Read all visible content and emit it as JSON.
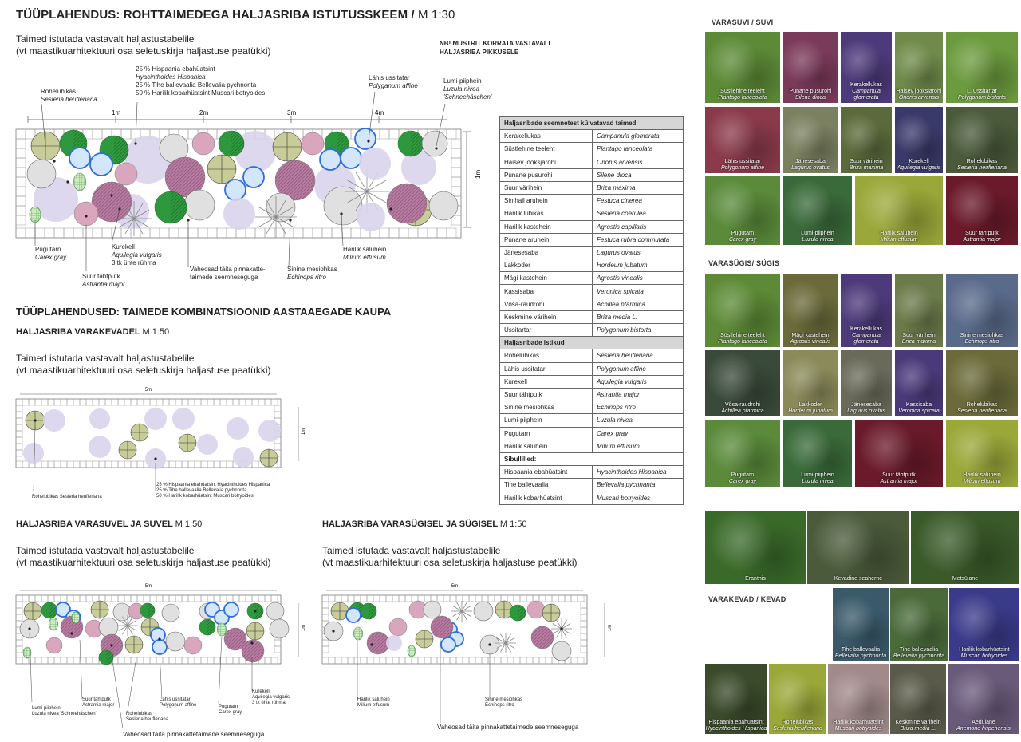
{
  "main_plan": {
    "title": "TÜÜPLAHENDUS: ROHTTAIMEDEGA HALJASRIBA ISTUTUSSKEEM /",
    "scale": "M 1:30",
    "subtitle_line1": "Taimed istutada vastavalt haljastustabelile",
    "subtitle_line2": "(vt maastikuarhitektuuri osa seletuskirja haljastuse peatükki)",
    "note_line1": "NB! MUSTRIT KORRATA VASTAVALT",
    "note_line2": "HALJASRIBA PIKKUSELE",
    "ruler": [
      "1m",
      "2m",
      "3m",
      "4m"
    ],
    "width_label": "1m",
    "labels": {
      "rohelubikas_et": "Rohelubikas",
      "rohelubikas_lat": "Sesleria heufleriana",
      "bulbs_1": "25 % Hispaania ebahüatsint",
      "bulbs_2": "Hyacinthoides  Hispanica",
      "bulbs_3": "25 % Tihe ballevaalia Bellevalia pychnonta",
      "bulbs_4": "50 % Harilik kobarhüatsint Muscari botryoides",
      "lahis_et": "Lähis ussitatar",
      "lahis_lat": "Polyganum affine",
      "lumi_et": "Lumi-piiphein",
      "lumi_lat": "Luzula nivea",
      "lumi_cult": "'Schneehäschen'",
      "pugutarn_et": "Pugutarn",
      "pugutarn_lat": "Carex gray",
      "kurekell_et": "Kurekell",
      "kurekell_lat": "Aquilegia vulgaris",
      "kurekell_note": "3 tk ühte rühma",
      "suur_et": "Suur tähtputk",
      "suur_lat": "Astrantia major",
      "vahe_1": "Vaheosad täita pinnakatte-",
      "vahe_2": "taimede seemneseguga",
      "sinine_et": "Sinine mesiohkas",
      "sinine_lat": "Echinops ritro",
      "harilik_et": "Harilik saluhein",
      "harilik_lat": "Milium effusum"
    }
  },
  "combos": {
    "title": "TÜÜPLAHENDUSED: TAIMEDE KOMBINATSIOONID AASTAAEGADE KAUPA",
    "spring": {
      "title": "HALJASRIBA VARAKEVADEL",
      "scale": "M 1:50",
      "subtitle_line1": "Taimed istutada vastavalt haljastustabelile",
      "subtitle_line2": "(vt maastikuarhitektuuri osa seletuskirja haljastuse peatükki)",
      "length": "5m",
      "width": "1m",
      "label_rohelubikas": "Rohelubikas Sesleria heufleriana",
      "label_b1": "25 % Hispaania ebahüatsint Hyacinthoides  Hispanica",
      "label_b2": "25 % Tihe ballevaalia Bellevalia pychnonta",
      "label_b3": "50 % Harilik kobarhüatsint Muscari botryoides"
    },
    "summer": {
      "title": "HALJASRIBA VARASUVEL JA SUVEL",
      "scale": "M 1:50",
      "subtitle_line1": "Taimed istutada vastavalt haljastustabelile",
      "subtitle_line2": "(vt maastikuarhitektuuri osa seletuskirja haljastuse peatükki)",
      "length": "5m",
      "width": "1m",
      "labels": [
        [
          "Lumi-piiphein",
          "Luzula nivea 'Schneehäschen'"
        ],
        [
          "Suur tähtputk",
          "Astrantia major"
        ],
        [
          "Rohelubikas",
          "Sesleria heufleriana"
        ],
        [
          "Lähis ussitatar",
          "Polygonum affine"
        ],
        [
          "Pugutarn",
          "Carex gray"
        ],
        [
          "Kurekell",
          "Aquilegia vulgaris"
        ]
      ],
      "kurekell_note": "3 tk ühte rühma",
      "vahe": "Vaheosad täita pinnakattetaimede seemneseguga"
    },
    "autumn": {
      "title": "HALJASRIBA VARASÜGISEL JA SÜGISEL",
      "scale": "M 1:50",
      "subtitle_line1": "Taimed istutada vastavalt haljastustabelile",
      "subtitle_line2": "(vt maastikuarhitektuuri osa seletuskirja haljastuse peatükki)",
      "length": "5m",
      "width": "1m",
      "label_harilik_et": "Harilik saluhein",
      "label_harilik_lat": "Milium effusum",
      "label_sinine_et": "Sinine mesiohkas",
      "label_sinine_lat": "Echinops ritro",
      "vahe": "Vaheosad täita pinnakattetaimede seemneseguga"
    }
  },
  "plant_table": {
    "section1": "Haljasribade seemnetest külvatavad taimed",
    "rows1": [
      [
        "Kerakellukas",
        "Campanula glomerata"
      ],
      [
        "Süstlehine teeleht",
        "Plantago lanceolata"
      ],
      [
        "Haisev jooksjarohi",
        "Ononis arvensis"
      ],
      [
        "Punane pusurohi",
        "Silene dioca"
      ],
      [
        "Suur värihein",
        "Briza maxima"
      ],
      [
        "Sinihall aruhein",
        "Festuca cinerea"
      ],
      [
        "Harilik lubikas",
        "Sesleria coerulea"
      ],
      [
        "Harilik kastehein",
        "Agrostis capillaris"
      ],
      [
        "Punane aruhein",
        "Festuca rubra commutata"
      ],
      [
        "Jänesesaba",
        "Lagurus ovatus"
      ],
      [
        "Lakkoder",
        "Hordeum jubatum"
      ],
      [
        "Mägi kastehein",
        "Agrostis vinealis"
      ],
      [
        "Kassisaba",
        "Veronica spicata"
      ],
      [
        "Võsa-raudrohi",
        "Achillea ptarmica"
      ],
      [
        "Keskmine värihein",
        "Briza media L."
      ],
      [
        "Ussitartar",
        "Polygonum bistorta"
      ]
    ],
    "section2": "Haljasribade istikud",
    "rows2": [
      [
        "Rohelubikas",
        "Sesleria heufleriana"
      ],
      [
        "Lähis ussitatar",
        "Polygonum affine"
      ],
      [
        "Kurekell",
        "Aquilegia vulgaris"
      ],
      [
        "Suur tähtputk",
        "Astrantia major"
      ],
      [
        "Sinine mesiohkas",
        "Echinops ritro"
      ],
      [
        "Lumi-piiphein",
        "Luzula nivea"
      ],
      [
        "Pugutarn",
        "Carex gray"
      ],
      [
        "Harilik saluhein",
        "Milium effusum"
      ]
    ],
    "section3": "Sibullilled:",
    "rows3": [
      [
        "Hispaania ebahüatsint",
        "Hyacinthoides Hispanica"
      ],
      [
        "Tihe ballevaalia",
        "Bellevalia pychnanta"
      ],
      [
        "Harilik kobarhüatsint",
        "Muscari botryoides"
      ]
    ]
  },
  "photo_sections": {
    "summer_title": "VARASUVI / SUVI",
    "autumn_title": "VARASÜGIS/ SÜGIS",
    "spring_title": "VARAKEVAD / KEVAD",
    "summer": [
      [
        "Süstlehine teeleht",
        "Plantago lanceolata",
        "#5c8a36"
      ],
      [
        "Punane pusurohi",
        "Silene dioca",
        "#7a3a5a"
      ],
      [
        "Kerakellukas",
        "Campanula glomerata",
        "#4c3a7a"
      ],
      [
        "Haisev jooksjarohi",
        "Ononis arvensis",
        "#6f8a4a"
      ],
      [
        "L. Ussitartar",
        "Polygonum bistorta",
        "#6c9a3e"
      ],
      [
        "Lähis ussitatar",
        "Polygonum affine",
        "#8a3a4a"
      ],
      [
        "Jänesesaba",
        "Lagurus ovatus",
        "#7a8060"
      ],
      [
        "Suur värihein",
        "Briza maxima",
        "#5a6a3a"
      ],
      [
        "Kurekell",
        "Aquilegia vulgaris",
        "#3a3a6a"
      ],
      [
        "Rohelubikas",
        "Sesleria heufleriana",
        "#4a5a3a"
      ],
      [
        "Pugutarn",
        "Carex gray",
        "#5a8a3a"
      ],
      [
        "Lumi-piiphein",
        "Luzula nivea",
        "#3a6a3a"
      ],
      [
        "Harilik saluhein",
        "Milium effusum",
        "#9aa83a"
      ],
      [
        "Suur tähtputk",
        "Astrantia major",
        "#6a1a2a"
      ]
    ],
    "autumn": [
      [
        "Süstlehine teeleht",
        "Plantago lanceolata",
        "#5c8a36"
      ],
      [
        "Mägi kastehein",
        "Agrostis vinealis",
        "#6a6a3a"
      ],
      [
        "Kerakellukas",
        "Campanula glomerata",
        "#4c3a7a"
      ],
      [
        "Suur värihein",
        "Briza maxima",
        "#6a7a4a"
      ],
      [
        "Sinine mesiohkas",
        "Echinops ritro",
        "#5a6a8a"
      ],
      [
        "Võsa-raudrohi",
        "Achillea ptarmica",
        "#3a4a3a"
      ],
      [
        "Lakkoder",
        "Hordeum jubatum",
        "#8a8a5a"
      ],
      [
        "Jänesesaba",
        "Lagurus ovatus",
        "#6a6a5a"
      ],
      [
        "Kassisaba",
        "Veronica spicata",
        "#4a3a7a"
      ],
      [
        "Rohelubikas",
        "Sesleria heufleriana",
        "#6a6a3a"
      ],
      [
        "Pugutarn",
        "Carex gray",
        "#5a8a3a"
      ],
      [
        "Lumi-piiphein",
        "Luzula nivea",
        "#3a6a3a"
      ],
      [
        "Suur tähtputk",
        "Astrantia major",
        "#6a1a2a"
      ],
      [
        "Harilik saluhein",
        "Milium effusum",
        "#9aa83a"
      ]
    ],
    "misc": [
      [
        "Eranthis",
        "",
        "#3a6a2a"
      ],
      [
        "Kevadine seaherne",
        "",
        "#4a5a3a"
      ],
      [
        "Metsülane",
        "",
        "#3a5a2a"
      ]
    ],
    "spring": [
      [
        "Tihe ballevaalia",
        "Bellevalia pychnonta",
        "#3a5a6a"
      ],
      [
        "Tihe ballevaalia",
        "Bellevalia pychnonta",
        "#4a6a3a"
      ],
      [
        "Harilik kobarhüatsint",
        "Muscari botryoides",
        "#3a3a8a"
      ],
      [
        "Hispaania ebahüatsint",
        "Hyacinthoides Hispanica",
        "#3a4a2a"
      ],
      [
        "Rohelubikas",
        "Sesleria heufleriana",
        "#9aa83a"
      ],
      [
        "Harilik kobarhüatsint",
        "Muscari botryoides",
        "#a08a8a"
      ],
      [
        "Keskmine värihein",
        "Briza media L.",
        "#5a5a4a"
      ],
      [
        "Aedülane",
        "Anemone hupehensis",
        "#6a5a7a"
      ]
    ]
  },
  "colors": {
    "olive": "#c8cc99",
    "green_dark": "#2e9a3e",
    "blue_ring": "#2d6de0",
    "lavender": "#d9d4ec",
    "mauve": "#d9a6bd",
    "gray": "#e0e0e0"
  }
}
